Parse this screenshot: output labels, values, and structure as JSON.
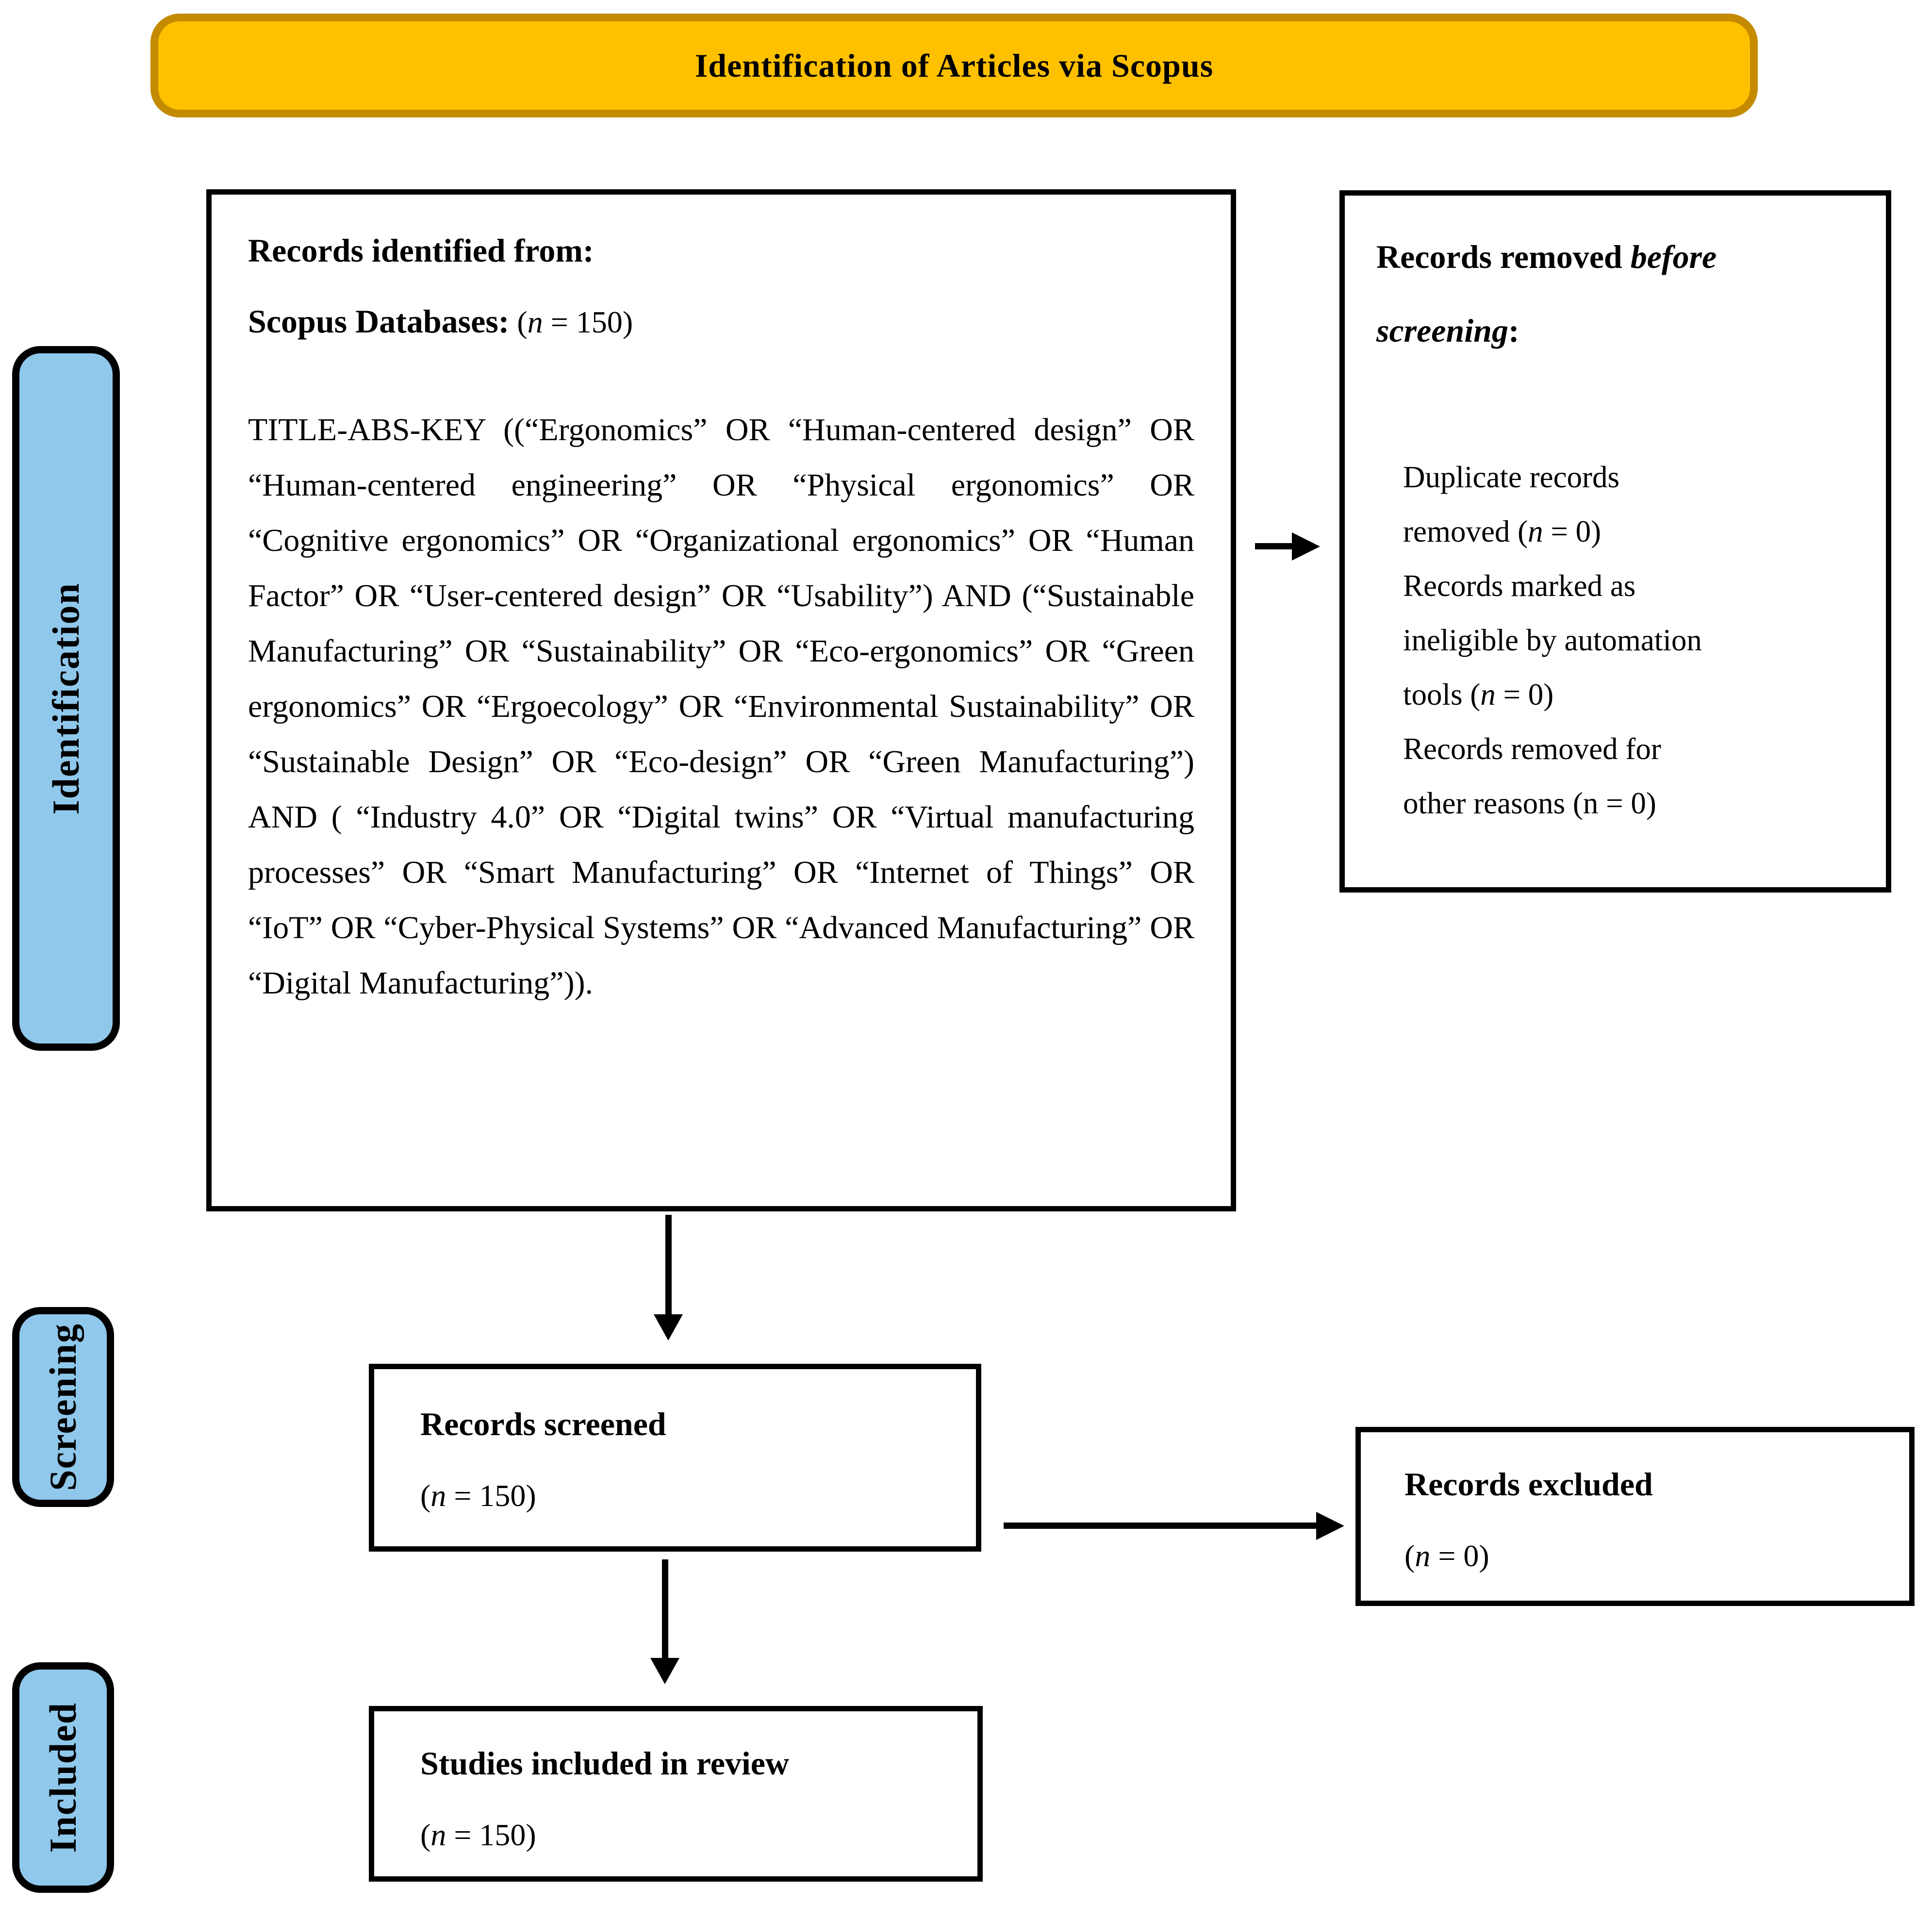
{
  "banner": {
    "title": "Identification of Articles via Scopus"
  },
  "colors": {
    "banner_fill": "#FFC000",
    "banner_border": "#C48A00",
    "stage_label_fill": "#90C8EC",
    "box_border": "#000000"
  },
  "side_labels": [
    {
      "label": "Identification"
    },
    {
      "label": "Screening"
    },
    {
      "label": "Included"
    }
  ],
  "identified_box": {
    "heading_line1": "Records identified from:",
    "heading_line2_bold": "Scopus Databases:",
    "count_pre": " (",
    "count_n": "n",
    "count_post": " = 150)",
    "query": "TITLE-ABS-KEY ((“Ergonomics” OR “Human-centered design” OR “Human-centered engineering” OR “Physical ergonomics” OR “Cognitive ergonomics” OR “Organizational ergonomics” OR “Human Factor” OR “User-centered design” OR “Usability”) AND (“Sustainable Manufacturing” OR “Sustainability” OR “Eco-ergonomics” OR “Green ergonomics” OR “Ergoecology” OR “Environmental Sustainability” OR “Sustainable Design” OR “Eco-design” OR “Green Manufacturing”) AND ( “Industry 4.0” OR “Digital twins” OR “Virtual manufacturing processes” OR “Smart Manufacturing” OR “Internet of Things” OR “IoT” OR “Cyber-Physical Systems” OR “Advanced Manufacturing” OR “Digital Manufacturing”))."
  },
  "removed_box": {
    "heading_bold": "Records removed ",
    "heading_italic": "before screening",
    "heading_colon": ":",
    "items": [
      {
        "pre": "Duplicate records removed (",
        "n": "n",
        "post": " = 0)"
      },
      {
        "pre": "Records marked as ineligible by automation tools (",
        "n": "n",
        "post": " = 0)"
      },
      {
        "pre": "Records removed for other reasons (",
        "n": "n",
        "post": " = 0)"
      }
    ]
  },
  "screened_box": {
    "title": "Records screened",
    "count_pre": "(",
    "count_n": "n",
    "count_post": " = 150)"
  },
  "excluded_box": {
    "title": "Records excluded",
    "count_pre": "(",
    "count_n": "n",
    "count_post": " = 0)"
  },
  "included_box": {
    "title": "Studies included in review",
    "count_pre": "(",
    "count_n": "n",
    "count_post": " = 150)"
  }
}
